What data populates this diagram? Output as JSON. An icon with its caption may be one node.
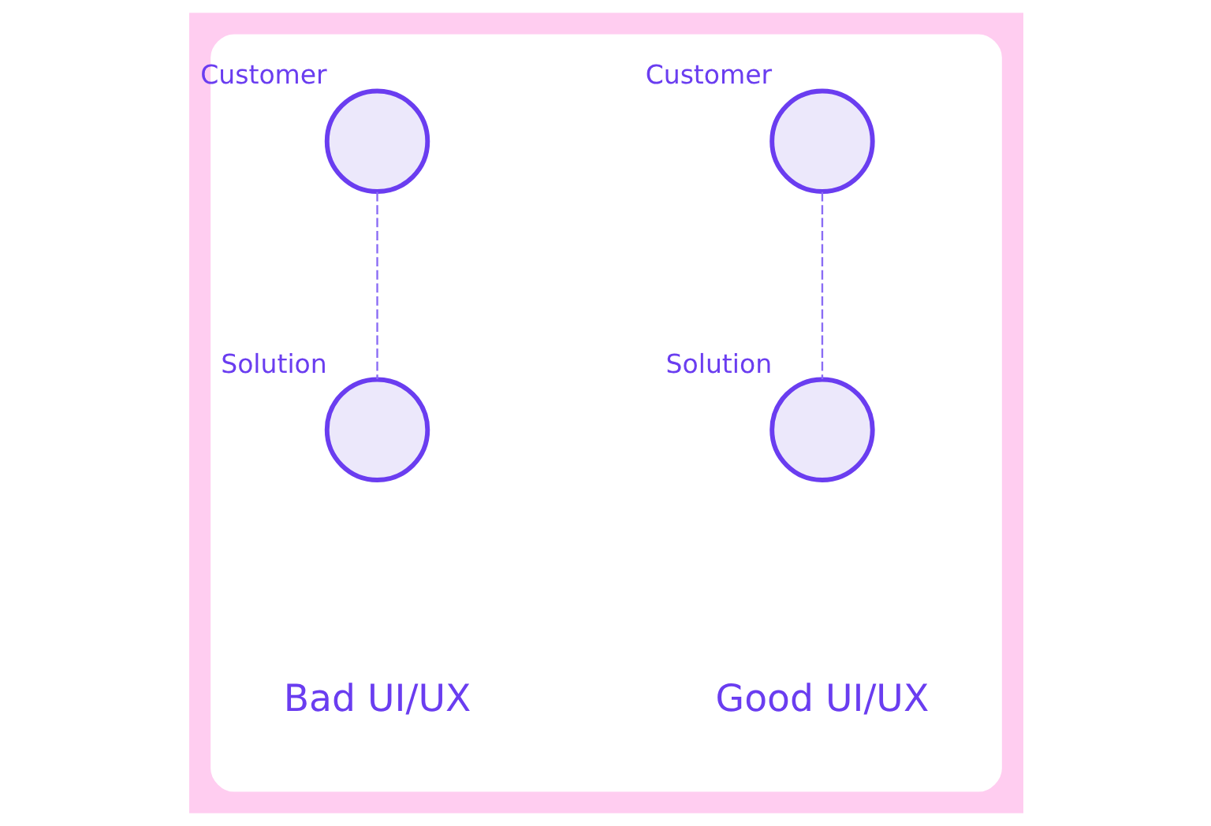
{
  "diagram": {
    "nodes": [
      {
        "text": [],
        "shape": "box"
      },
      {
        "text": [
          "Customer"
        ],
        "in": 0
      },
      {
        "text": [
          "Solution"
        ],
        "in": 0
      },
      {
        "text": [
          "Customer"
        ],
        "in": 0
      },
      {
        "text": [
          "Solution"
        ],
        "in": 0
      }
    ],
    "edges": [
      {
        "from": 1,
        "to": 2,
        "arrow": "none",
        "style": "dashed"
      },
      {
        "from": 3,
        "to": 4,
        "arrow": "none",
        "style": "dashed"
      }
    ],
    "labels": [
      "Bad UI/UX",
      "Good UI/UX"
    ]
  }
}
